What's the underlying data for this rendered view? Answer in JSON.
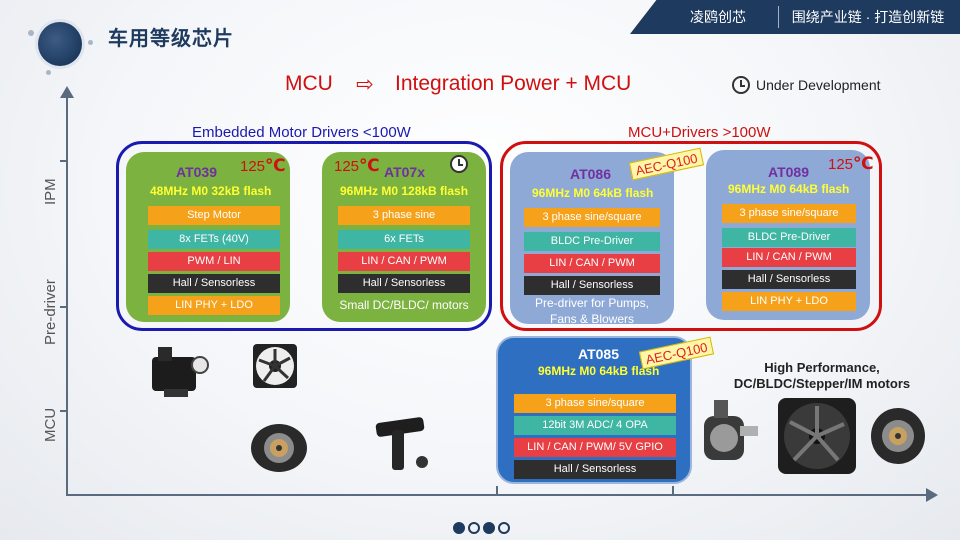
{
  "header": {
    "title": "车用等级芯片",
    "tabs": [
      {
        "label": "凌鸥创芯"
      },
      {
        "label": "围绕产业链 · 打造创新链"
      }
    ]
  },
  "heading": {
    "left": "MCU",
    "arrow": "⇨",
    "right": "Integration Power + MCU"
  },
  "legend": {
    "label": "Under Development"
  },
  "axis": {
    "y_labels": [
      "IPM",
      "Pre-driver",
      "MCU"
    ]
  },
  "groups": {
    "embedded": {
      "label": "Embedded Motor Drivers <100W",
      "color": "#1a1ab0"
    },
    "mcu_drivers": {
      "label": "MCU+Drivers >100W",
      "color": "#d01010"
    }
  },
  "chips": {
    "at039": {
      "name": "AT039",
      "spec": "48MHz M0 32kB flash",
      "temp_num": "125",
      "temp_unit": "℃",
      "features": [
        "Step Motor",
        "8x FETs (40V)",
        "PWM / LIN",
        "Hall / Sensorless",
        "LIN PHY + LDO"
      ]
    },
    "at07x": {
      "name": "AT07x",
      "spec": "96MHz M0 128kB flash",
      "temp_num": "125",
      "temp_unit": "℃",
      "features": [
        "3 phase sine",
        "6x FETs",
        "LIN / CAN / PWM",
        "Hall / Sensorless"
      ],
      "note": "Small DC/BLDC/ motors"
    },
    "at086": {
      "name": "AT086",
      "spec": "96MHz M0 64kB flash",
      "badge": "AEC-Q100",
      "features": [
        "3 phase sine/square",
        "BLDC Pre-Driver",
        "LIN / CAN / PWM",
        "Hall / Sensorless"
      ],
      "note_line1": "Pre-driver for Pumps,",
      "note_line2": "Fans & Blowers"
    },
    "at089": {
      "name": "AT089",
      "spec": "96MHz M0 64kB flash",
      "temp_num": "125",
      "temp_unit": "℃",
      "features": [
        "3 phase sine/square",
        "BLDC Pre-Driver",
        "LIN / CAN / PWM",
        "Hall / Sensorless",
        "LIN PHY + LDO"
      ]
    },
    "at085": {
      "name": "AT085",
      "spec": "96MHz M0 64kB flash",
      "badge": "AEC-Q100",
      "features": [
        "3 phase sine/square",
        "12bit 3M ADC/ 4 OPA",
        "LIN / CAN / PWM/ 5V GPIO",
        "Hall / Sensorless"
      ]
    }
  },
  "high_performance": {
    "line1": "High Performance,",
    "line2": "DC/BLDC/Stepper/IM motors"
  },
  "colors": {
    "navy": "#1e3a5f",
    "card_green": "#7bb240",
    "card_blue": "#8fa9d6",
    "card_deep": "#2f6fc1",
    "accent_red": "#d01010"
  },
  "pager": {
    "total": 4,
    "active": [
      0,
      2
    ]
  }
}
